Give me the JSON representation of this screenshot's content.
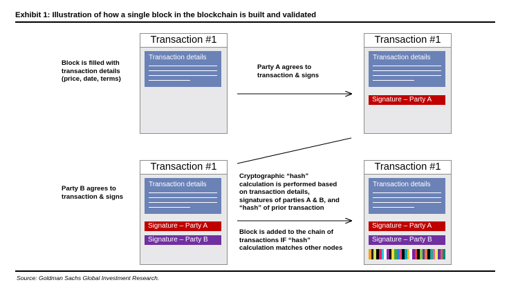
{
  "exhibit_title": "Exhibit 1: Illustration of how a single block in the blockchain is built and validated",
  "source_note": "Source: Goldman Sachs Global Investment Research.",
  "cards": {
    "top_left": {
      "title": "Transaction #1",
      "details_label": "Transaction details"
    },
    "top_right": {
      "title": "Transaction #1",
      "details_label": "Transaction details",
      "signature_a": "Signature – Party A"
    },
    "bottom_left": {
      "title": "Transaction #1",
      "details_label": "Transaction details",
      "signature_a": "Signature – Party A",
      "signature_b": "Signature – Party B"
    },
    "bottom_right": {
      "title": "Transaction #1",
      "details_label": "Transaction details",
      "signature_a": "Signature – Party A",
      "signature_b": "Signature – Party B"
    }
  },
  "labels": {
    "block_filled": [
      "Block is filled with",
      "transaction details",
      "(price, date, terms)"
    ],
    "party_a_signs": [
      "Party A agrees to",
      "transaction & signs"
    ],
    "party_b_signs": [
      "Party B agrees to",
      "transaction & signs"
    ],
    "hash_calc": [
      "Cryptographic “hash”",
      "calculation is performed based",
      "on transaction details,",
      "signatures of parties A & B, and",
      "“hash” of prior transaction"
    ],
    "block_added": [
      "Block is added to the chain of",
      "transactions IF “hash”",
      "calculation matches other nodes"
    ]
  },
  "colors": {
    "details_box": "#6b82b7",
    "signature_a": "#c00000",
    "signature_b": "#7030a0",
    "card_background": "#e8e8ea"
  },
  "hash_strip_colors": [
    "#f5a31a",
    "#222222",
    "#d4e157",
    "#000000",
    "#e91e63",
    "#26c6da",
    "#ffffff",
    "#8e24aa",
    "#000000",
    "#fdd835",
    "#43a047",
    "#1e88e5",
    "#ec407a",
    "#000000",
    "#00acc1",
    "#fbc02d",
    "#ffffff",
    "#7b1fa2",
    "#e53935",
    "#000000",
    "#8bc34a",
    "#3949ab",
    "#ff7043",
    "#000000",
    "#26a69a",
    "#f06292",
    "#ffee58",
    "#5e35b1",
    "#ef5350",
    "#00897b"
  ]
}
